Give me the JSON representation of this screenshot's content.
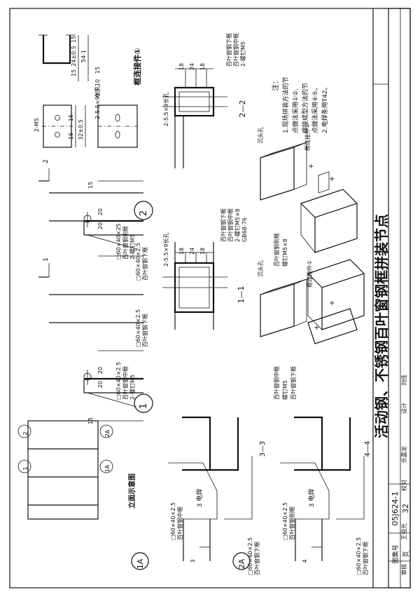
{
  "title": {
    "main": "活动钢、不锈钢百叶窗钢框拼装节点",
    "atlas_label": "图集号",
    "atlas_no": "05J624-1",
    "page_label": "页",
    "page_no": "32",
    "row": [
      "审核",
      "王祖光",
      "校对",
      "乐嘉龙",
      "设计",
      "刘佳"
    ]
  },
  "notes": {
    "heading": "注：",
    "lines": [
      "1.现场拼装方法的节",
      "点做法采用①②,",
      "焊接成型方法的节",
      "点做法采用④⑤。",
      "2.电焊条用T42。"
    ]
  },
  "elevation": {
    "title": "立面示意图",
    "callouts": [
      "1A",
      "2A",
      "1",
      "2"
    ]
  },
  "detail1": {
    "num": "1",
    "section": "1",
    "profile": "□60×40×2.5",
    "name": "百叶窗钢中框",
    "screw": "2-螺钉M5",
    "bottom_profile": "□60×40×2.5",
    "bottom_name": "百叶窗钢下框",
    "dims": [
      "20",
      "20",
      "15"
    ]
  },
  "detail2": {
    "num": "2",
    "section": "2",
    "profile": "□60×40×25",
    "name": "百叶窗钢侧框",
    "screw": "2-螺钉M5",
    "bottom_profile": "□60×40×2.5",
    "bottom_name": "百叶窗钢下框",
    "dims": [
      "20",
      "20",
      "15"
    ]
  },
  "section11": {
    "title": "1—1",
    "hole": "2-5.5×9长孔",
    "labels": [
      "百叶窗钢下框",
      "百叶窗钢中框",
      "2-螺钉M5×8",
      "GB68-76"
    ],
    "dims": [
      "18",
      "24",
      "18"
    ]
  },
  "section22": {
    "title": "2—2",
    "hole": "2-5.5×9长孔",
    "labels": [
      "百叶窗钢下框",
      "百叶窗钢中框",
      "2-螺钉M5"
    ],
    "dims": [
      "18",
      "24",
      "18"
    ]
  },
  "connector": {
    "title": "框连接件①",
    "hole": "2-5.5×9长孔",
    "screw_label": "2-M5",
    "dims_plan": [
      "15",
      "24±0.5",
      "15"
    ],
    "dims_plan_total": "54-1",
    "dims_side": [
      "16",
      "16"
    ],
    "dims_side_total": "32±0.5",
    "dims_small": [
      "15",
      "10",
      "0.5"
    ]
  },
  "iso1": {
    "sink_hole": "沉头孔",
    "connector": "框连接件①",
    "mid_frame": "百叶窗钢中框",
    "screw": "螺钉M5",
    "bottom_frame": "百叶窗钢下框"
  },
  "iso2": {
    "sink_hole": "沉头孔",
    "connector": "框连接件①",
    "side_frame": "百叶窗钢侧框",
    "screw": "螺钉M5×8"
  },
  "detail1A": {
    "num": "1A",
    "section": "3—3",
    "weld": "3 电焊",
    "profile_a": "□60×40×2.5",
    "name_a": "百叶窗钢中框",
    "profile_b": "□60×40×2.5",
    "name_b": "百叶窗钢下框",
    "mark": "3"
  },
  "detail2A": {
    "num": "2A",
    "section": "4—4",
    "weld": "3 电焊",
    "profile_a": "□60×40×2.5",
    "name_a": "百叶窗钢侧框",
    "profile_b": "□60×40×2.5",
    "name_b": "百叶窗钢下框",
    "mark": "4"
  }
}
